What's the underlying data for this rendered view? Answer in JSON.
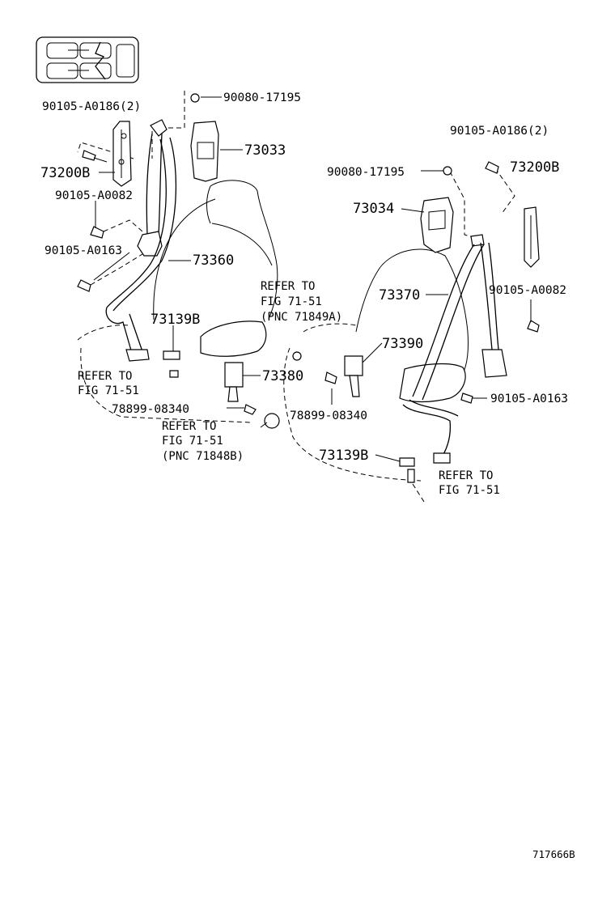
{
  "labels": {
    "l_90105_A0186_2_left": "90105-A0186(2)",
    "l_90080_17195_left": "90080-17195",
    "l_73033": "73033",
    "l_73200B_left": "73200B",
    "l_90105_A0082_left": "90105-A0082",
    "l_90105_A0163_left": "90105-A0163",
    "l_73360": "73360",
    "l_73139B_left": "73139B",
    "l_73380": "73380",
    "l_78899_08340_left": "78899-08340",
    "l_90105_A0186_2_right": "90105-A0186(2)",
    "l_90080_17195_right": "90080-17195",
    "l_73200B_right": "73200B",
    "l_73034": "73034",
    "l_73370": "73370",
    "l_90105_A0082_right": "90105-A0082",
    "l_73390": "73390",
    "l_90105_A0163_right": "90105-A0163",
    "l_78899_08340_right": "78899-08340",
    "l_73139B_right": "73139B"
  },
  "refers": {
    "ref_a_1": "REFER TO",
    "ref_a_2": "FIG 71-51",
    "ref_a_3": "(PNC 71849A)",
    "ref_b_1": "REFER TO",
    "ref_b_2": "FIG 71-51",
    "ref_c_1": "REFER TO",
    "ref_c_2": "FIG 71-51",
    "ref_c_3": "(PNC 71848B)",
    "ref_d_1": "REFER TO",
    "ref_d_2": "FIG 71-51"
  },
  "figure_id": "717666B"
}
